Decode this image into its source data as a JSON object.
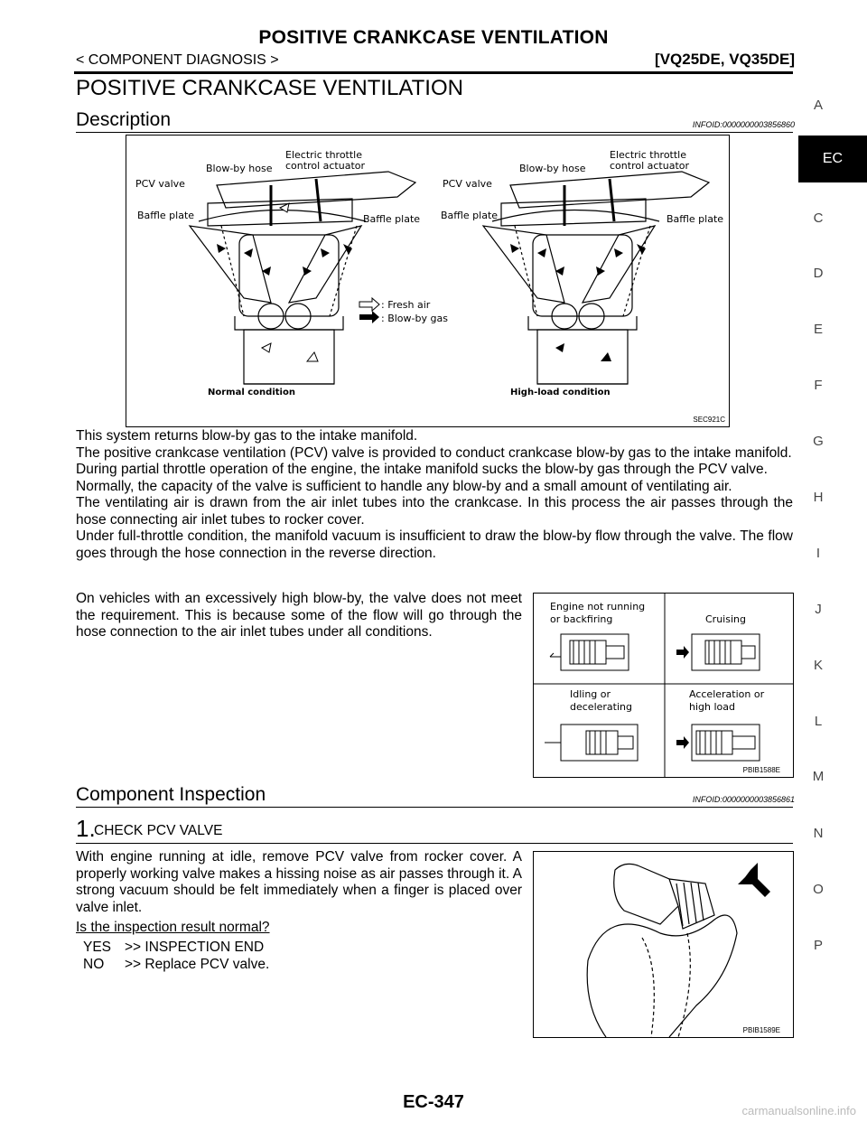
{
  "header": {
    "title": "POSITIVE CRANKCASE VENTILATION",
    "breadcrumb": "< COMPONENT DIAGNOSIS >",
    "model": "[VQ25DE, VQ35DE]"
  },
  "page_heading": "POSITIVE CRANKCASE VENTILATION",
  "description": {
    "heading": "Description",
    "infoid": "INFOID:0000000003856860",
    "figure1": {
      "code": "SEC921C",
      "labels": {
        "blowby_l": "Blow-by hose",
        "etca_l1": "Electric throttle",
        "etca_l2": "control actuator",
        "pcv_l": "PCV valve",
        "baffle_l1": "Baffle plate",
        "baffle_l2": "Baffle plate",
        "blowby_r": "Blow-by hose",
        "etca_r1": "Electric throttle",
        "etca_r2": "control actuator",
        "pcv_r": "PCV valve",
        "baffle_r1": "Baffle plate",
        "baffle_r2": "Baffle plate",
        "fresh_air": ": Fresh air",
        "blowby_gas": ": Blow-by gas",
        "normal": "Normal condition",
        "high_load": "High-load condition"
      }
    },
    "paragraphs": [
      "This system returns blow-by gas to the intake manifold.",
      "The positive crankcase ventilation (PCV) valve is provided to conduct crankcase blow-by gas to the intake manifold.",
      "During partial throttle operation of the engine, the intake manifold sucks the blow-by gas through the PCV valve.",
      "Normally, the capacity of the valve is sufficient to handle any blow-by and a small amount of ventilating air.",
      "The ventilating air is drawn from the air inlet tubes into the crankcase. In this process the air passes through the hose connecting air inlet tubes to rocker cover.",
      "Under full-throttle condition, the manifold vacuum is insufficient to draw the blow-by flow through the valve. The flow goes through the hose connection in the reverse direction."
    ],
    "paragraph_last": "On vehicles with an excessively high blow-by, the valve does not meet the requirement. This is because some of the flow will go through the hose connection to the air inlet tubes under all conditions.",
    "figure2": {
      "code": "PBIB1588E",
      "q1_line1": "Engine not running",
      "q1_line2": "or backfiring",
      "q2": "Cruising",
      "q3_line1": "Idling or",
      "q3_line2": "decelerating",
      "q4_line1": "Acceleration or",
      "q4_line2": "high load"
    }
  },
  "component": {
    "heading": "Component Inspection",
    "infoid": "INFOID:0000000003856861",
    "step_num": "1.",
    "step_title": "CHECK PCV VALVE",
    "text": "With engine running at idle, remove PCV valve from rocker cover. A properly working valve makes a hissing noise as air passes through it. A strong vacuum should be felt immediately when a finger is placed over valve inlet.",
    "question": "Is the inspection result normal?",
    "yes_label": "YES",
    "yes_text": ">> INSPECTION END",
    "no_label": "NO",
    "no_text": ">> Replace PCV valve.",
    "figure3_code": "PBIB1589E"
  },
  "side_index": [
    "A",
    "EC",
    "C",
    "D",
    "E",
    "F",
    "G",
    "H",
    "I",
    "J",
    "K",
    "L",
    "M",
    "N",
    "O",
    "P"
  ],
  "side_active": "EC",
  "footer": {
    "page": "EC-347"
  },
  "watermark": "carmanualsonline.info"
}
